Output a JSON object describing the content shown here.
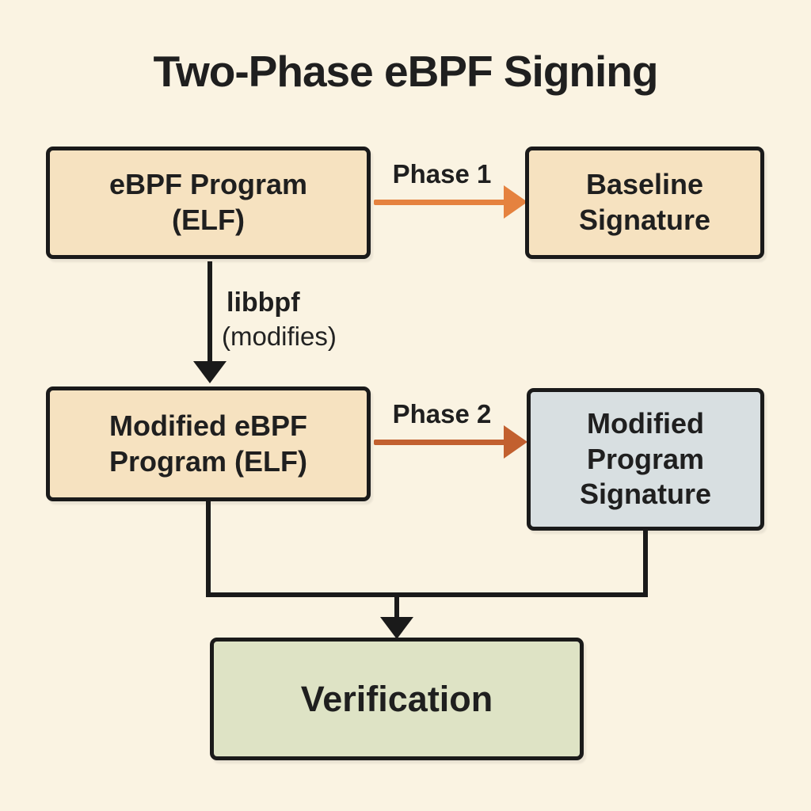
{
  "title": "Two-Phase eBPF Signing",
  "nodes": {
    "ebpf_program": {
      "line1": "eBPF Program",
      "line2": "(ELF)",
      "fill": "#F6E2C0"
    },
    "baseline_signature": {
      "line1": "Baseline",
      "line2": "Signature",
      "fill": "#F6E2C0"
    },
    "modified_program": {
      "line1": "Modified eBPF",
      "line2": "Program (ELF)",
      "fill": "#F6E2C0"
    },
    "modified_signature": {
      "line1": "Modified",
      "line2": "Program",
      "line3": "Signature",
      "fill": "#D8DFE1"
    },
    "verification": {
      "label": "Verification",
      "fill": "#DEE3C5"
    }
  },
  "edges": {
    "phase1": {
      "label": "Phase 1",
      "color": "#E5823F"
    },
    "phase2": {
      "label": "Phase 2",
      "color": "#C2602F"
    },
    "libbpf": {
      "line1": "libbpf",
      "line2": "(modifies)"
    }
  },
  "colors": {
    "background": "#FAF3E2",
    "stroke": "#1A1A1A",
    "text": "#1F1F1F"
  }
}
